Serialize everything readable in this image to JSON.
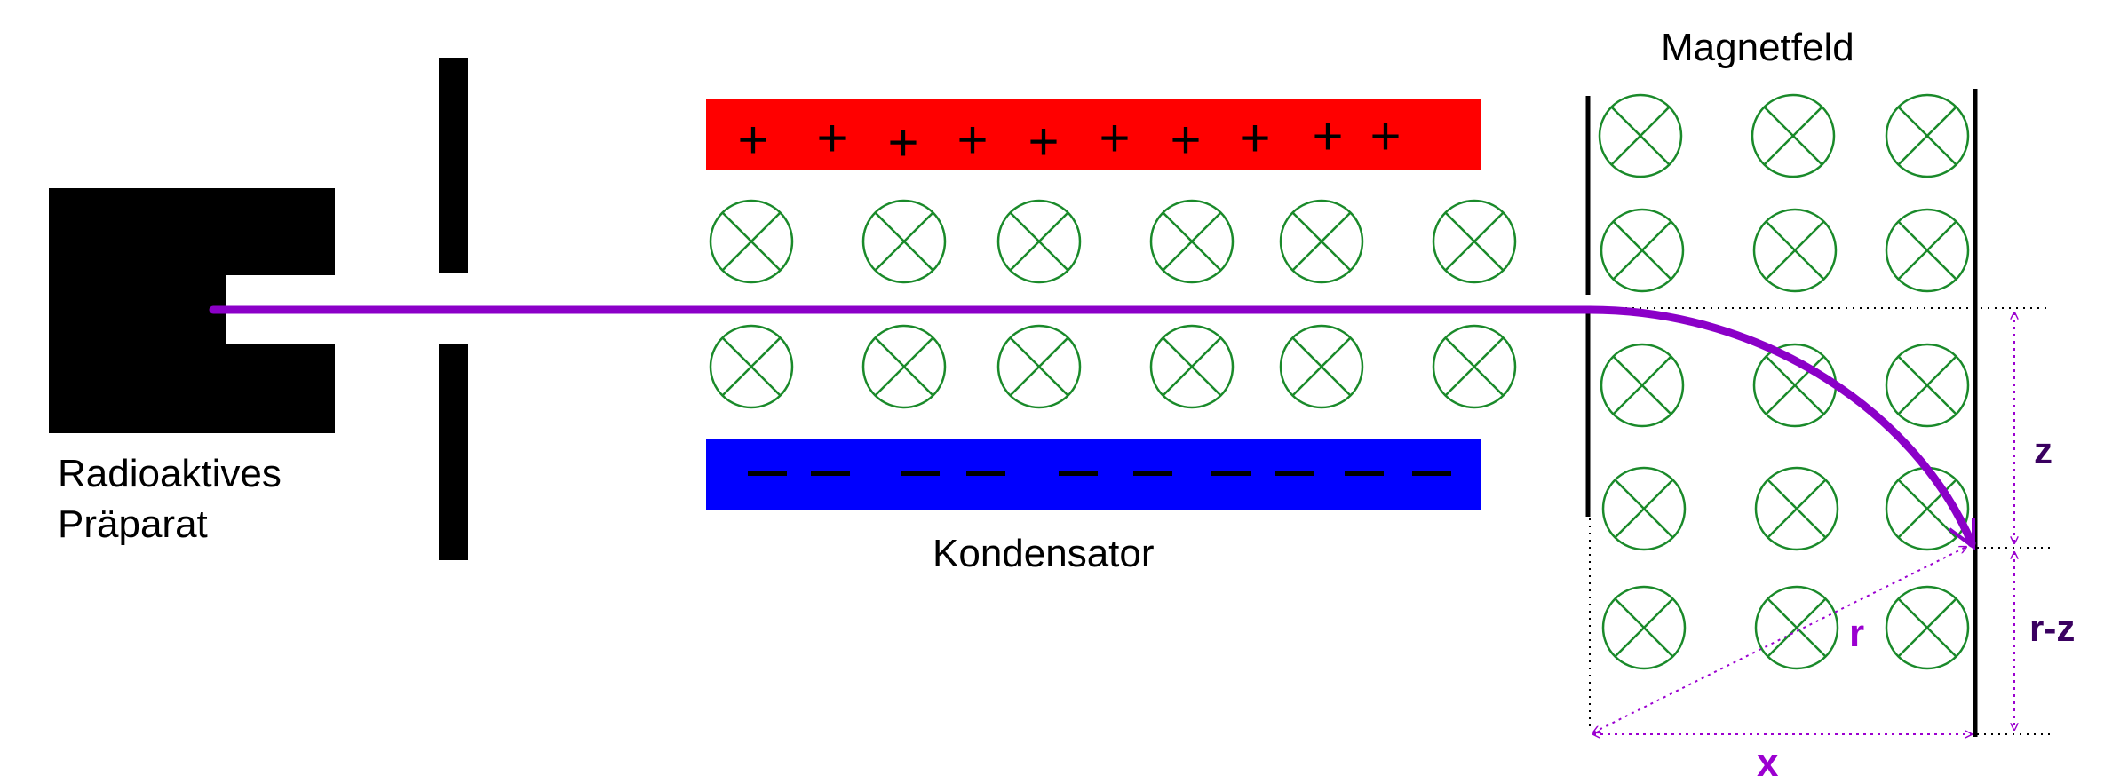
{
  "labels": {
    "source_line1": "Radioaktives",
    "source_line2": "Präparat",
    "capacitor": "Kondensator",
    "magnet": "Magnetfeld",
    "z": "z",
    "r_minus_z": "r-z",
    "r": "r",
    "x": "x"
  },
  "colors": {
    "beam": "#8B00C8",
    "dim": "#9B00D0",
    "dim_text": "#3A0060",
    "positive_plate": "#FF0000",
    "negative_plate": "#0000FF",
    "field_symbol": "#1A8A2A",
    "solid": "#000000"
  },
  "plates": {
    "positive_sign": "+",
    "negative_sign": "–",
    "positive_count": 10,
    "negative_count": 10
  },
  "icons": {
    "field_into_page": "circle-with-cross-icon"
  }
}
